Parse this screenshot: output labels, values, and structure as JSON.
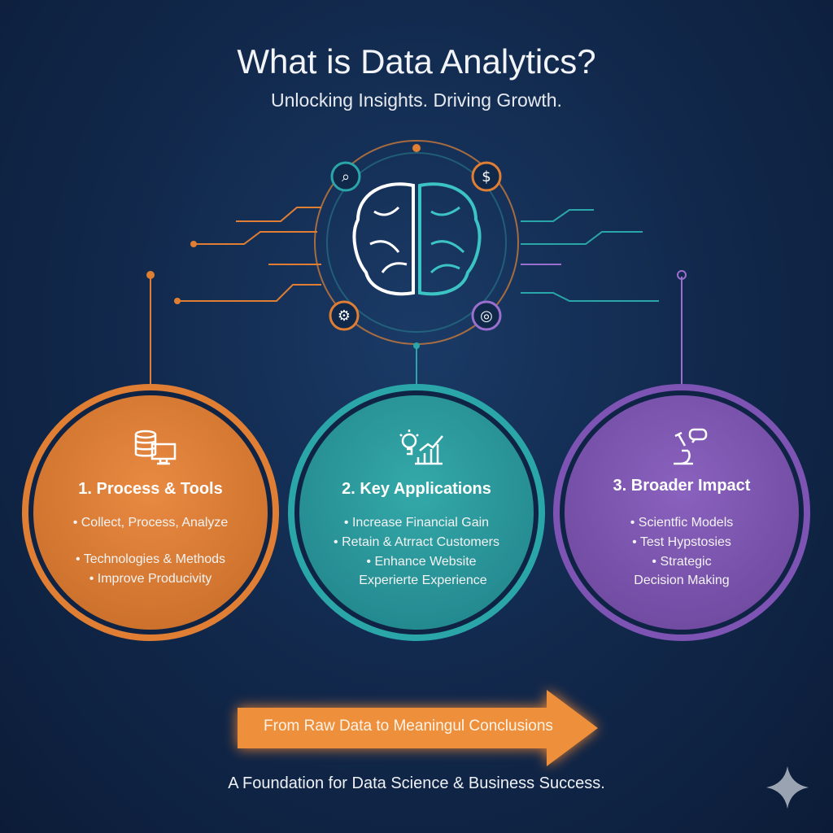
{
  "header": {
    "title": "What is Data Analytics?",
    "subtitle": "Unlocking Insights. Driving Growth."
  },
  "hub": {
    "icons": [
      "search-icon",
      "dollar-icon",
      "gear-icon",
      "target-icon",
      "brain-icon"
    ]
  },
  "cards": [
    {
      "title": "1. Process & Tools",
      "icon": "database-computer-icon",
      "color": "#e07f34",
      "bullets": [
        "• Collect, Process, Analyze",
        "• Technologies & Methods",
        "• Improve Producivity"
      ]
    },
    {
      "title": "2. Key Applications",
      "icon": "lightbulb-chart-icon",
      "color": "#2aa6a8",
      "bullets": [
        "• Increase Financial Gain",
        "• Retain & Atrract Customers",
        "• Enhance Website",
        "Experierte Experience"
      ]
    },
    {
      "title": "3. Broader Impact",
      "icon": "microscope-icon",
      "color": "#7d54b3",
      "bullets": [
        "• Scientfic Models",
        "• Test Hypstosies",
        "• Strategic",
        "Decision Making"
      ]
    }
  ],
  "arrow": {
    "label": "From Raw Data to Meaningul Conclusions",
    "color": "#ee8f3c"
  },
  "footer": {
    "text": "A Foundation for Data Science & Business Success."
  }
}
